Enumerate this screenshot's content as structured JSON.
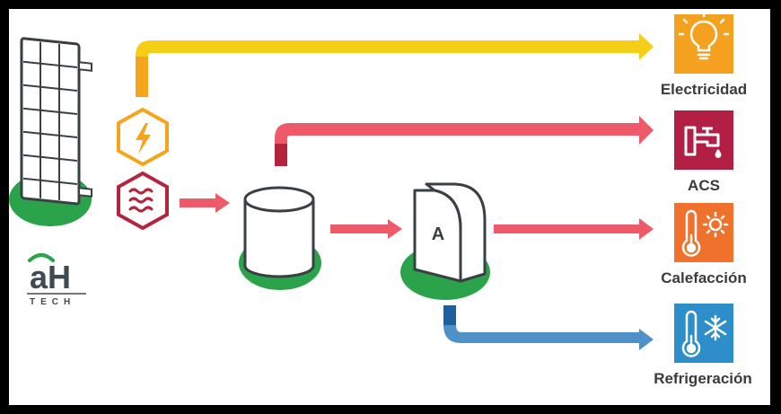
{
  "brand": {
    "name": "aH",
    "sub": "TECH"
  },
  "outputs": [
    {
      "label": "Electricidad",
      "color": "#f3a11e",
      "icon": "lightbulb-icon"
    },
    {
      "label": "ACS",
      "color": "#b21e44",
      "icon": "faucet-icon"
    },
    {
      "label": "Calefacción",
      "color": "#f0712b",
      "icon": "thermometer-sun-icon"
    },
    {
      "label": "Refrigeración",
      "color": "#2d8ec9",
      "icon": "thermometer-snowflake-icon"
    }
  ],
  "unit_letter": "A",
  "colors": {
    "electric": "#f4cf15",
    "electric_dark": "#f4a51c",
    "thermal": "#ef5a6a",
    "thermal_dark": "#b5233f",
    "cooling": "#4e90c8",
    "cooling_dark": "#1e5f9c",
    "base_green": "#2aa34a",
    "outline": "#3a3f44"
  }
}
